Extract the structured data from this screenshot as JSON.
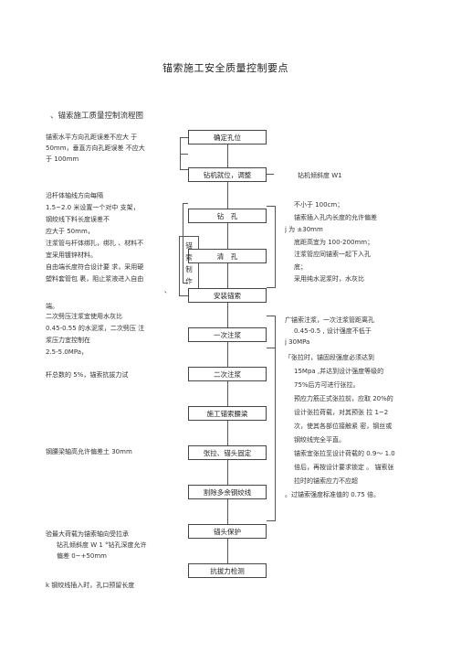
{
  "doc": {
    "title": "锚索施工安全质量控制要点",
    "subtitle": "、锚索施工质量控制流程图"
  },
  "flow": {
    "steps": [
      "确定孔位",
      "钻机就位，调整",
      "钻　孔",
      "清　孔",
      "安装锚索",
      "一次注浆",
      "二次注浆",
      "施工锚索腰梁",
      "张拉、锚头固定",
      "割除多余钢绞线",
      "锚头保护",
      "抗拔力检测"
    ],
    "side_label": [
      "锚",
      "索",
      "制",
      "作"
    ]
  },
  "left_notes": {
    "n1": [
      "锚索水平方向孔距误差不应大 于",
      "50mm，垂直方向孔距误差 不应大",
      "于 100mm"
    ],
    "n2": [
      "沿杆体轴线方向每隔",
      "1.5~2.0 米设置一个对中 支架，",
      "钢绞线下料长度误差不",
      "应大于 50mm，",
      "注浆管与杆体绑扎，绑扎 、材料不",
      "宜采用镀锌材料。",
      "自由端长度符合设计要 求，采用硬",
      "塑料套管包 裹，阻止浆液进入自由",
      "、",
      "端。"
    ],
    "n3": [
      "二次劈压注浆宜使用水灰比",
      "0.45-0.55 的水泥浆，二次劈压 注",
      "浆压力宜控制在",
      "2.5-5.0MPa，"
    ],
    "n4": "杆总数的 5%，锚索抗拔力试",
    "n5": "钢腰梁轴高允许偏差土 30mm",
    "n6": [
      "验最大荷载为锚索轴向受拉承",
      "钻孔倾斜度 W 1 °钻孔深度允许",
      "偏差 0~+50mm"
    ],
    "n7": "k 钢绞线插入时，孔口预留长度"
  },
  "right_notes": {
    "r1": "钻机倾斜度 W1",
    "r2": [
      "不小于 100cm；",
      "锚索插入孔内长度的允许偏差",
      "j 为 ±30mm",
      "底距高宜为 100-200mm；",
      "注浆管应同锚索一起下入孔",
      "底；",
      "采用纯水泥浆时，水灰比"
    ],
    "r3": [
      "广锚索注浆，一次注浆管距离孔",
      "0.45-0.5 , 设计强度不低于",
      "j 30MPa"
    ],
    "r4": [
      "「张拉时，锚固段强度必须达到",
      "15Mpa ,并达到设计强度等级的",
      "75%后方可进行张拉。",
      "预应力筋正式张拉前，应取 20%的",
      "设计张拉荷载，对其预张 拉 1~2",
      "次，使其各部位接触紧 密，钢丝或",
      "钢绞线完全平直。",
      "锚索宜张拉至设计荷载的 0.9～ 1.0",
      "倍后，再按设计要求锁定 。 锚索张",
      "拉时的锚索应力不应超",
      "。过锚索强度标准值的 0.75 倍。"
    ]
  }
}
